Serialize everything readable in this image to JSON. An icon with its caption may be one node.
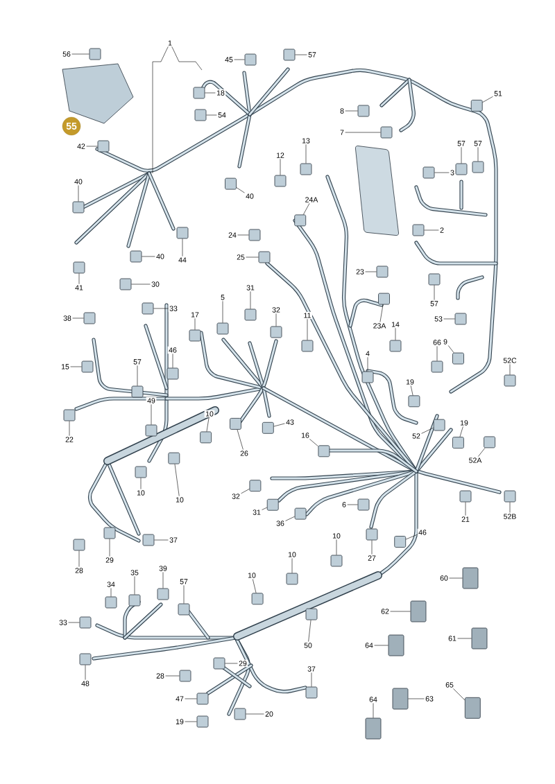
{
  "diagram": {
    "nodes": [
      {
        "text": [
          "56"
        ]
      },
      {
        "text": [
          "1"
        ]
      },
      {
        "text": [
          "45"
        ]
      },
      {
        "text": [
          "57"
        ]
      },
      {
        "text": [
          "18"
        ]
      },
      {
        "text": [
          "54"
        ]
      },
      {
        "text": [
          "55"
        ]
      },
      {
        "text": [
          "42"
        ]
      },
      {
        "text": [
          "8"
        ]
      },
      {
        "text": [
          "7"
        ]
      },
      {
        "text": [
          "51"
        ]
      },
      {
        "text": [
          "40"
        ]
      },
      {
        "text": [
          "13"
        ]
      },
      {
        "text": [
          "12"
        ]
      },
      {
        "text": [
          "57"
        ]
      },
      {
        "text": [
          "57"
        ]
      },
      {
        "text": [
          "3"
        ]
      },
      {
        "text": [
          "40"
        ]
      },
      {
        "text": [
          "24A"
        ]
      },
      {
        "text": [
          "24"
        ]
      },
      {
        "text": [
          "2"
        ]
      },
      {
        "text": [
          "44"
        ]
      },
      {
        "text": [
          "40"
        ]
      },
      {
        "text": [
          "41"
        ]
      },
      {
        "text": [
          "25"
        ]
      },
      {
        "text": [
          "23"
        ]
      },
      {
        "text": [
          "30"
        ]
      },
      {
        "text": [
          "33"
        ]
      },
      {
        "text": [
          "38"
        ]
      },
      {
        "text": [
          "5"
        ]
      },
      {
        "text": [
          "31"
        ]
      },
      {
        "text": [
          "32"
        ]
      },
      {
        "text": [
          "17"
        ]
      },
      {
        "text": [
          "11"
        ]
      },
      {
        "text": [
          "57"
        ]
      },
      {
        "text": [
          "23A"
        ]
      },
      {
        "text": [
          "53"
        ]
      },
      {
        "text": [
          "14"
        ]
      },
      {
        "text": [
          "66"
        ]
      },
      {
        "text": [
          "9"
        ]
      },
      {
        "text": [
          "52C"
        ]
      },
      {
        "text": [
          "4"
        ]
      },
      {
        "text": [
          "46"
        ]
      },
      {
        "text": [
          "57"
        ]
      },
      {
        "text": [
          "15"
        ]
      },
      {
        "text": [
          "19"
        ]
      },
      {
        "text": [
          "19"
        ]
      },
      {
        "text": [
          "49"
        ]
      },
      {
        "text": [
          "10"
        ]
      },
      {
        "text": [
          "43"
        ]
      },
      {
        "text": [
          "22"
        ]
      },
      {
        "text": [
          "52"
        ]
      },
      {
        "text": [
          "52A"
        ]
      },
      {
        "text": [
          "26"
        ]
      },
      {
        "text": [
          "16"
        ]
      },
      {
        "text": [
          "10"
        ]
      },
      {
        "text": [
          "10"
        ]
      },
      {
        "text": [
          "32"
        ]
      },
      {
        "text": [
          "31"
        ]
      },
      {
        "text": [
          "36"
        ]
      },
      {
        "text": [
          "6"
        ]
      },
      {
        "text": [
          "21"
        ]
      },
      {
        "text": [
          "52B"
        ]
      },
      {
        "text": [
          "46"
        ]
      },
      {
        "text": [
          "10"
        ]
      },
      {
        "text": [
          "10"
        ]
      },
      {
        "text": [
          "10"
        ]
      },
      {
        "text": [
          "37"
        ]
      },
      {
        "text": [
          "28"
        ]
      },
      {
        "text": [
          "29"
        ]
      },
      {
        "text": [
          "27"
        ]
      },
      {
        "text": [
          "60"
        ]
      },
      {
        "text": [
          "34"
        ]
      },
      {
        "text": [
          "35"
        ]
      },
      {
        "text": [
          "39"
        ]
      },
      {
        "text": [
          "57"
        ]
      },
      {
        "text": [
          "33"
        ]
      },
      {
        "text": [
          "50"
        ]
      },
      {
        "text": [
          "62"
        ]
      },
      {
        "text": [
          "64"
        ]
      },
      {
        "text": [
          "61"
        ]
      },
      {
        "text": [
          "48"
        ]
      },
      {
        "text": [
          "28"
        ]
      },
      {
        "text": [
          "29"
        ]
      },
      {
        "text": [
          "37"
        ]
      },
      {
        "text": [
          "65"
        ]
      },
      {
        "text": [
          "47"
        ]
      },
      {
        "text": [
          "20"
        ]
      },
      {
        "text": [
          "64"
        ]
      },
      {
        "text": [
          "63"
        ]
      },
      {
        "text": [
          "19"
        ]
      },
      {
        "text": [],
        "shape": "box"
      },
      {
        "text": [],
        "shape": "box"
      },
      {
        "text": [],
        "shape": "box"
      },
      {
        "text": [],
        "shape": "box"
      },
      {
        "text": [],
        "shape": "box"
      },
      {
        "text": [],
        "shape": "box"
      },
      {
        "text": [],
        "shape": "box"
      },
      {
        "text": [],
        "shape": "box"
      },
      {
        "text": [],
        "shape": "box"
      },
      {
        "text": [],
        "shape": "box"
      },
      {
        "text": [],
        "shape": "box"
      },
      {
        "text": [],
        "shape": "box"
      },
      {
        "text": [],
        "shape": "box"
      },
      {
        "text": [],
        "shape": "box"
      },
      {
        "text": [],
        "shape": "box"
      },
      {
        "text": [],
        "shape": "box"
      },
      {
        "text": [],
        "shape": "box"
      },
      {
        "text": [],
        "shape": "box"
      },
      {
        "text": [],
        "shape": "box"
      },
      {
        "text": [],
        "shape": "box"
      },
      {
        "text": [],
        "shape": "box"
      },
      {
        "text": [],
        "shape": "box"
      },
      {
        "text": [],
        "shape": "box"
      },
      {
        "text": [],
        "shape": "box"
      },
      {
        "text": [],
        "shape": "box"
      },
      {
        "text": [],
        "shape": "box"
      },
      {
        "text": [],
        "shape": "box"
      },
      {
        "text": [],
        "shape": "box"
      },
      {
        "text": [],
        "shape": "box"
      },
      {
        "text": [],
        "shape": "box"
      },
      {
        "text": [],
        "shape": "box"
      },
      {
        "text": [],
        "shape": "box"
      },
      {
        "text": [],
        "shape": "box"
      },
      {
        "text": [],
        "shape": "box"
      },
      {
        "text": [],
        "shape": "box"
      },
      {
        "text": [],
        "shape": "box"
      },
      {
        "text": [],
        "shape": "box"
      },
      {
        "text": [],
        "shape": "box"
      },
      {
        "text": [],
        "shape": "box"
      },
      {
        "text": [],
        "shape": "box"
      },
      {
        "text": [],
        "shape": "box"
      },
      {
        "text": [],
        "shape": "box"
      },
      {
        "text": [],
        "shape": "box"
      },
      {
        "text": [],
        "shape": "box"
      },
      {
        "text": [],
        "shape": "box"
      },
      {
        "text": [],
        "shape": "box"
      },
      {
        "text": [],
        "shape": "box"
      },
      {
        "text": [],
        "shape": "box"
      },
      {
        "text": [],
        "shape": "box"
      },
      {
        "text": [],
        "shape": "box"
      },
      {
        "text": [],
        "shape": "box"
      },
      {
        "text": [],
        "shape": "box"
      },
      {
        "text": [],
        "shape": "box"
      },
      {
        "text": [],
        "shape": "box"
      },
      {
        "text": [],
        "shape": "box"
      },
      {
        "text": [],
        "shape": "box"
      },
      {
        "text": [],
        "shape": "box"
      },
      {
        "text": [],
        "shape": "box"
      },
      {
        "text": [],
        "shape": "box"
      },
      {
        "text": [],
        "shape": "box"
      },
      {
        "text": [],
        "shape": "box"
      },
      {
        "text": [],
        "shape": "box"
      },
      {
        "text": [],
        "shape": "box"
      },
      {
        "text": [],
        "shape": "box"
      },
      {
        "text": [],
        "shape": "box"
      },
      {
        "text": [],
        "shape": "box"
      },
      {
        "text": [],
        "shape": "box"
      },
      {
        "text": [],
        "shape": "box"
      },
      {
        "text": [],
        "shape": "box"
      },
      {
        "text": [],
        "shape": "box"
      },
      {
        "text": [],
        "shape": "box"
      },
      {
        "text": [],
        "shape": "box"
      },
      {
        "text": [],
        "shape": "box"
      },
      {
        "text": [],
        "shape": "box"
      },
      {
        "text": [],
        "shape": "box"
      },
      {
        "text": [],
        "shape": "box"
      },
      {
        "text": [],
        "shape": "box"
      },
      {
        "text": [],
        "shape": "box"
      },
      {
        "text": [],
        "shape": "box"
      },
      {
        "text": [],
        "shape": "box"
      },
      {
        "text": [],
        "shape": "box"
      },
      {
        "text": [],
        "shape": "box"
      },
      {
        "text": [],
        "shape": "box"
      },
      {
        "text": [],
        "shape": "box"
      },
      {
        "text": [],
        "shape": "box"
      },
      {
        "text": [],
        "shape": "box"
      },
      {
        "text": [],
        "shape": "box"
      },
      {
        "text": [],
        "shape": "box"
      },
      {
        "text": [],
        "shape": "box"
      }
    ],
    "edges": [
      {
        "from": 0,
        "to": 91,
        "arrow": "none"
      },
      {
        "from": 1,
        "to": null,
        "arrow": "none"
      },
      {
        "from": 1,
        "to": null,
        "arrow": "none"
      },
      {
        "from": 2,
        "to": 92,
        "arrow": "none"
      },
      {
        "from": 3,
        "to": 93,
        "arrow": "none"
      },
      {
        "from": 4,
        "to": 94,
        "arrow": "none"
      },
      {
        "from": 5,
        "to": 95,
        "arrow": "none"
      },
      {
        "from": 7,
        "to": 96,
        "arrow": "none"
      },
      {
        "from": 8,
        "to": 97,
        "arrow": "none"
      },
      {
        "from": 9,
        "to": 98,
        "arrow": "none"
      },
      {
        "from": 10,
        "to": 99,
        "arrow": "none"
      },
      {
        "from": 11,
        "to": 100,
        "arrow": "none"
      },
      {
        "from": 12,
        "to": 101,
        "arrow": "none"
      },
      {
        "from": 13,
        "to": 102,
        "arrow": "none"
      },
      {
        "from": 14,
        "to": 103,
        "arrow": "none"
      },
      {
        "from": 15,
        "to": 104,
        "arrow": "none"
      },
      {
        "from": 16,
        "to": 105,
        "arrow": "none"
      },
      {
        "from": 17,
        "to": 106,
        "arrow": "none"
      },
      {
        "from": 18,
        "to": 107,
        "arrow": "none"
      },
      {
        "from": 19,
        "to": 108,
        "arrow": "none"
      },
      {
        "from": 20,
        "to": 109,
        "arrow": "none"
      },
      {
        "from": 21,
        "to": 110,
        "arrow": "none"
      },
      {
        "from": 22,
        "to": 111,
        "arrow": "none"
      },
      {
        "from": 23,
        "to": 112,
        "arrow": "none"
      },
      {
        "from": 24,
        "to": 113,
        "arrow": "none"
      },
      {
        "from": 25,
        "to": 114,
        "arrow": "none"
      },
      {
        "from": 26,
        "to": 115,
        "arrow": "none"
      },
      {
        "from": 27,
        "to": 116,
        "arrow": "none"
      },
      {
        "from": 28,
        "to": 117,
        "arrow": "none"
      },
      {
        "from": 29,
        "to": 118,
        "arrow": "none"
      },
      {
        "from": 30,
        "to": 119,
        "arrow": "none"
      },
      {
        "from": 31,
        "to": 120,
        "arrow": "none"
      },
      {
        "from": 32,
        "to": 121,
        "arrow": "none"
      },
      {
        "from": 33,
        "to": 122,
        "arrow": "none"
      },
      {
        "from": 34,
        "to": 123,
        "arrow": "none"
      },
      {
        "from": 35,
        "to": 124,
        "arrow": "none"
      },
      {
        "from": 36,
        "to": 125,
        "arrow": "none"
      },
      {
        "from": 37,
        "to": 126,
        "arrow": "none"
      },
      {
        "from": 38,
        "to": 127,
        "arrow": "none"
      },
      {
        "from": 39,
        "to": 128,
        "arrow": "none"
      },
      {
        "from": 40,
        "to": 129,
        "arrow": "none"
      },
      {
        "from": 41,
        "to": 130,
        "arrow": "none"
      },
      {
        "from": 42,
        "to": 131,
        "arrow": "none"
      },
      {
        "from": 43,
        "to": 132,
        "arrow": "none"
      },
      {
        "from": 44,
        "to": 133,
        "arrow": "none"
      },
      {
        "from": 45,
        "to": 134,
        "arrow": "none"
      },
      {
        "from": 46,
        "to": 135,
        "arrow": "none"
      },
      {
        "from": 47,
        "to": 136,
        "arrow": "none"
      },
      {
        "from": 48,
        "to": 137,
        "arrow": "none"
      },
      {
        "from": 49,
        "to": 138,
        "arrow": "none"
      },
      {
        "from": 50,
        "to": 139,
        "arrow": "none"
      },
      {
        "from": 51,
        "to": 140,
        "arrow": "none"
      },
      {
        "from": 52,
        "to": 141,
        "arrow": "none"
      },
      {
        "from": 53,
        "to": 142,
        "arrow": "none"
      },
      {
        "from": 54,
        "to": 143,
        "arrow": "none"
      },
      {
        "from": 55,
        "to": 144,
        "arrow": "none"
      },
      {
        "from": 56,
        "to": 145,
        "arrow": "none"
      },
      {
        "from": 57,
        "to": 146,
        "arrow": "none"
      },
      {
        "from": 58,
        "to": 147,
        "arrow": "none"
      },
      {
        "from": 59,
        "to": 148,
        "arrow": "none"
      },
      {
        "from": 60,
        "to": 149,
        "arrow": "none"
      },
      {
        "from": 61,
        "to": 150,
        "arrow": "none"
      },
      {
        "from": 62,
        "to": 151,
        "arrow": "none"
      },
      {
        "from": 63,
        "to": 152,
        "arrow": "none"
      },
      {
        "from": 64,
        "to": 153,
        "arrow": "none"
      },
      {
        "from": 65,
        "to": 154,
        "arrow": "none"
      },
      {
        "from": 66,
        "to": 155,
        "arrow": "none"
      },
      {
        "from": 67,
        "to": 156,
        "arrow": "none"
      },
      {
        "from": 68,
        "to": 157,
        "arrow": "none"
      },
      {
        "from": 69,
        "to": 158,
        "arrow": "none"
      },
      {
        "from": 70,
        "to": 159,
        "arrow": "none"
      },
      {
        "from": 71,
        "to": 160,
        "arrow": "none"
      },
      {
        "from": 72,
        "to": 161,
        "arrow": "none"
      },
      {
        "from": 73,
        "to": 162,
        "arrow": "none"
      },
      {
        "from": 74,
        "to": 163,
        "arrow": "none"
      },
      {
        "from": 75,
        "to": 164,
        "arrow": "none"
      },
      {
        "from": 76,
        "to": 165,
        "arrow": "none"
      },
      {
        "from": 77,
        "to": 166,
        "arrow": "none"
      },
      {
        "from": 78,
        "to": 167,
        "arrow": "none"
      },
      {
        "from": 79,
        "to": 168,
        "arrow": "none"
      },
      {
        "from": 80,
        "to": 169,
        "arrow": "none"
      },
      {
        "from": 81,
        "to": 170,
        "arrow": "none"
      },
      {
        "from": 82,
        "to": 171,
        "arrow": "none"
      },
      {
        "from": 83,
        "to": 172,
        "arrow": "none"
      },
      {
        "from": 84,
        "to": 173,
        "arrow": "none"
      },
      {
        "from": 85,
        "to": 174,
        "arrow": "none"
      },
      {
        "from": 86,
        "to": 175,
        "arrow": "none"
      },
      {
        "from": 87,
        "to": 176,
        "arrow": "none"
      },
      {
        "from": 88,
        "to": 177,
        "arrow": "none"
      },
      {
        "from": 89,
        "to": 178,
        "arrow": "none"
      },
      {
        "from": 90,
        "to": 179,
        "arrow": "none"
      }
    ]
  }
}
